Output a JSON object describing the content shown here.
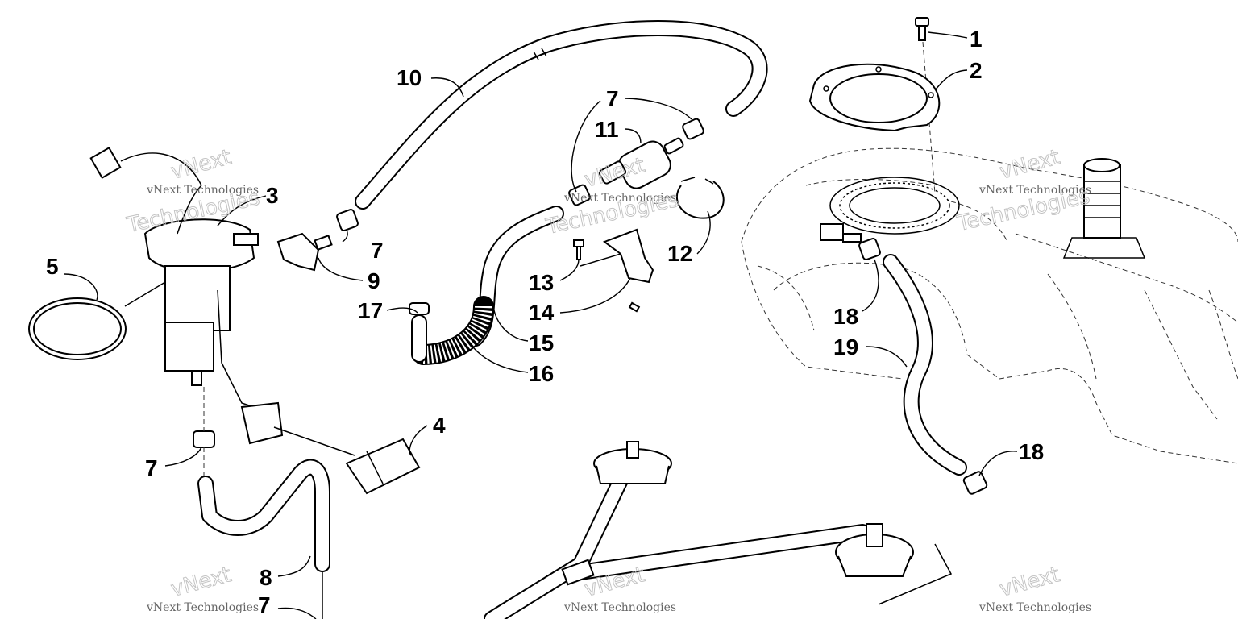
{
  "watermark": {
    "small_text": "vNext Technologies",
    "big_line1": "vNext",
    "big_line2": "Technologies"
  },
  "callouts": [
    {
      "id": "c1",
      "label": "1"
    },
    {
      "id": "c2",
      "label": "2"
    },
    {
      "id": "c3",
      "label": "3"
    },
    {
      "id": "c4",
      "label": "4"
    },
    {
      "id": "c5",
      "label": "5"
    },
    {
      "id": "c7a",
      "label": "7"
    },
    {
      "id": "c7b",
      "label": "7"
    },
    {
      "id": "c7c",
      "label": "7"
    },
    {
      "id": "c7d",
      "label": "7"
    },
    {
      "id": "c8",
      "label": "8"
    },
    {
      "id": "c9",
      "label": "9"
    },
    {
      "id": "c10",
      "label": "10"
    },
    {
      "id": "c11",
      "label": "11"
    },
    {
      "id": "c12",
      "label": "12"
    },
    {
      "id": "c13",
      "label": "13"
    },
    {
      "id": "c14",
      "label": "14"
    },
    {
      "id": "c15",
      "label": "15"
    },
    {
      "id": "c16",
      "label": "16"
    },
    {
      "id": "c17",
      "label": "17"
    },
    {
      "id": "c18a",
      "label": "18"
    },
    {
      "id": "c18b",
      "label": "18"
    },
    {
      "id": "c19",
      "label": "19"
    }
  ]
}
